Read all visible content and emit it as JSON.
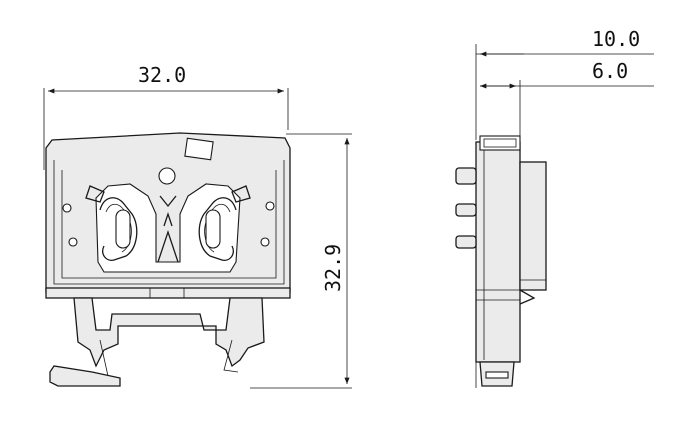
{
  "dimensions": {
    "front_width": "32.0",
    "front_height": "32.9",
    "side_overall": "10.0",
    "side_partial": "6.0"
  }
}
